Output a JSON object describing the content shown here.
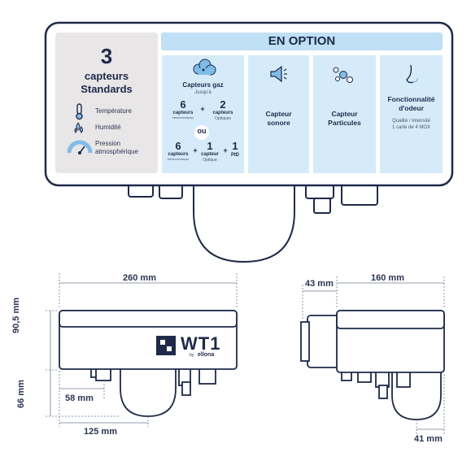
{
  "standard": {
    "number": "3",
    "line1": "capteurs",
    "line2": "Standards",
    "items": [
      {
        "label": "Température",
        "icon": "thermometer-icon"
      },
      {
        "label": "Humidité",
        "icon": "humidity-icon"
      },
      {
        "label": "Pression",
        "label2": "atmosphérique",
        "icon": "gauge-icon"
      }
    ]
  },
  "option": {
    "title": "EN OPTION",
    "gas": {
      "title": "Capteurs gaz",
      "subtitle": "Jusqu'à",
      "row1_a_num": "6",
      "row1_a_lbl": "capteurs",
      "row1_a_sub": "électrochimiques",
      "plus": "+",
      "row1_b_num": "2",
      "row1_b_lbl": "capteurs",
      "row1_b_sub": "Optiques",
      "ou": "ou",
      "row2_a_num": "6",
      "row2_a_lbl": "capteurs",
      "row2_a_sub": "électrochimiques",
      "row2_b_num": "1",
      "row2_b_lbl": "capteur",
      "row2_b_sub": "Optique",
      "row2_c_num": "1",
      "row2_c_lbl": "PID"
    },
    "sound": {
      "line1": "Capteur",
      "line2": "sonore"
    },
    "particles": {
      "line1": "Capteur",
      "line2": "Particules"
    },
    "odor": {
      "line1": "Fonctionnalité",
      "line2": "d'odeur",
      "sub1": "Qualité / Intensité",
      "sub2": "1 carte de 4 MOX"
    }
  },
  "product": {
    "brand": "WT1",
    "by": "by",
    "maker": "ellona"
  },
  "dimensions": {
    "width_front": "260 mm",
    "height_top": "90,5 mm",
    "height_bottom": "66 mm",
    "offset_58": "58 mm",
    "width_125": "125 mm",
    "side_43": "43 mm",
    "side_160": "160 mm",
    "side_41": "41 mm"
  }
}
